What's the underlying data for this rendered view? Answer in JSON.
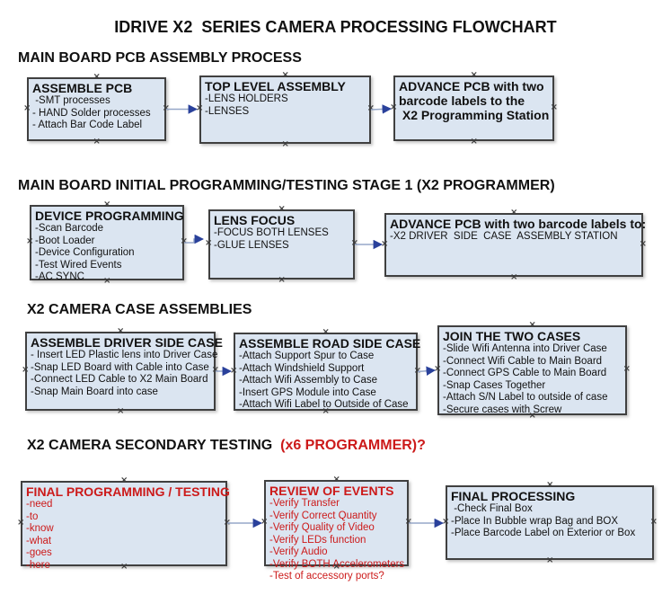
{
  "title": "IDRIVE X2  SERIES CAMERA PROCESSING FLOWCHART",
  "ui": {
    "handle_glyph": "×"
  },
  "colors": {
    "box_fill": "#dbe5f1",
    "box_border": "#404040",
    "red_text": "#cc1a1a",
    "connector_line": "#96a7c8",
    "connector_arrow": "#2a419b"
  },
  "sections": [
    {
      "heading": "MAIN BOARD PCB ASSEMBLY PROCESS",
      "boxes": [
        {
          "title": "ASSEMBLE PCB",
          "items": [
            " -SMT processes",
            "- HAND Solder processes",
            "- Attach Bar Code Label"
          ]
        },
        {
          "title": "TOP LEVEL ASSEMBLY",
          "items": [
            "-LENS HOLDERS",
            "-LENSES"
          ]
        },
        {
          "title": "ADVANCE PCB with two\nbarcode labels to the\n X2 Programming Station",
          "items": []
        }
      ]
    },
    {
      "heading": "MAIN BOARD INITIAL PROGRAMMING/TESTING STAGE 1 (X2 PROGRAMMER)",
      "boxes": [
        {
          "title": "DEVICE PROGRAMMING",
          "items": [
            "-Scan Barcode",
            "-Boot Loader",
            "-Device Configuration",
            "-Test Wired Events",
            "-AC SYNC"
          ]
        },
        {
          "title": "LENS FOCUS",
          "items": [
            "-FOCUS BOTH LENSES",
            "-GLUE LENSES"
          ]
        },
        {
          "title": "ADVANCE PCB with two barcode labels to:",
          "items": [
            "-X2 DRIVER  SIDE  CASE  ASSEMBLY STATION"
          ]
        }
      ]
    },
    {
      "heading": "X2 CAMERA CASE ASSEMBLIES",
      "boxes": [
        {
          "title": "ASSEMBLE DRIVER SIDE CASE",
          "items": [
            "- Insert LED Plastic lens into Driver Case",
            "-Snap LED Board with Cable into Case",
            "-Connect LED Cable to X2 Main Board",
            "-Snap Main Board into case"
          ]
        },
        {
          "title": "ASSEMBLE ROAD SIDE CASE",
          "items": [
            "-Attach Support Spur to Case",
            "-Attach Windshield Support",
            "-Attach Wifi Assembly to Case",
            "-Insert GPS Module into Case",
            "-Attach Wifi Label to Outside of Case"
          ]
        },
        {
          "title": "JOIN THE TWO CASES",
          "items": [
            "-Slide Wifi Antenna into Driver Case",
            "-Connect Wifi Cable to Main Board",
            "-Connect GPS Cable to Main Board",
            "-Snap Cases Together",
            "-Attach S/N Label to outside of case",
            "-Secure cases with Screw"
          ]
        }
      ]
    },
    {
      "heading": "X2 CAMERA SECONDARY TESTING  ",
      "heading_red": "(x6 PROGRAMMER)?",
      "boxes": [
        {
          "title": "FINAL PROGRAMMING / TESTING",
          "items": [
            "-need",
            "-to",
            "-know",
            "-what",
            "-goes",
            "-here"
          ]
        },
        {
          "title": "REVIEW OF EVENTS",
          "items": [
            "-Verify Transfer",
            "-Verify Correct Quantity",
            "-Verify Quality of Video",
            "-Verify LEDs function",
            "-Verify Audio",
            "-Verify BOTH Accelerometers",
            "-Test of accessory ports?"
          ]
        },
        {
          "title": "FINAL PROCESSING",
          "items": [
            " -Check Final Box",
            "-Place In Bubble wrap Bag and BOX",
            "-Place Barcode Label on Exterior or Box"
          ]
        }
      ]
    }
  ]
}
